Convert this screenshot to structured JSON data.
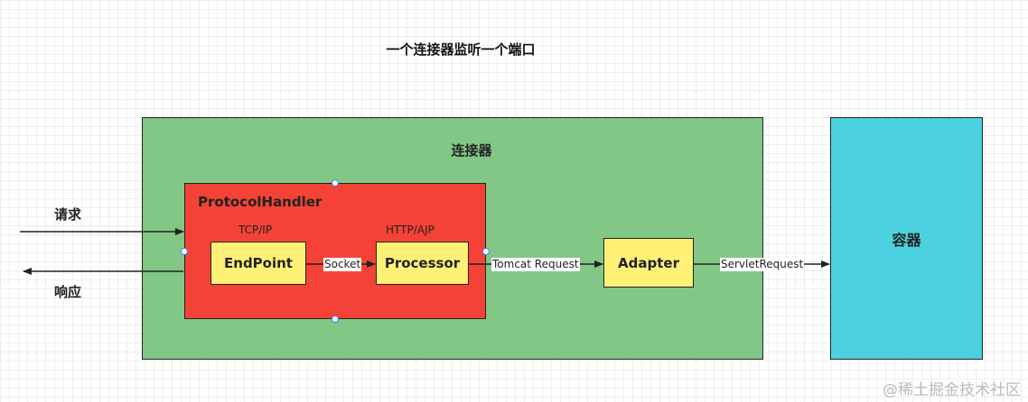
{
  "title": "一个连接器监听一个端口",
  "connector": {
    "label": "连接器"
  },
  "container": {
    "label": "容器"
  },
  "protocol_handler": {
    "label": "ProtocolHandler",
    "tcp_label": "TCP/IP",
    "http_label": "HTTP/AJP"
  },
  "endpoint": {
    "label": "EndPoint"
  },
  "processor": {
    "label": "Processor"
  },
  "adapter": {
    "label": "Adapter"
  },
  "edges": {
    "socket": "Socket",
    "tomcat_request": "Tomcat Request",
    "servlet_request": "ServletRequest"
  },
  "request_label": "请求",
  "response_label": "响应",
  "watermark": "@稀土掘金技术社区",
  "colors": {
    "connector": "#82c785",
    "protocol_handler": "#f44336",
    "component": "#fff176",
    "container": "#4cd1e0",
    "selection_handle": "#3b82f6"
  }
}
